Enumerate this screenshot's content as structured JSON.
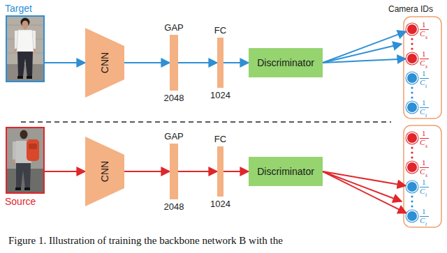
{
  "diagram": {
    "caption": "Figure 1. Illustration of training the backbone network B with the",
    "nodes": [
      {
        "text": [
          "Target"
        ]
      },
      {
        "text": [
          "CNN"
        ]
      },
      {
        "text": [
          "GAP",
          "2048"
        ]
      },
      {
        "text": [
          "FC",
          "1024"
        ]
      },
      {
        "text": [
          "Discriminator"
        ]
      },
      {
        "text": [
          "1",
          "C",
          "s"
        ]
      },
      {
        "text": [
          "1",
          "C",
          "s"
        ]
      },
      {
        "text": [
          "1",
          "C",
          "t"
        ]
      },
      {
        "text": [
          "1",
          "C",
          "t"
        ]
      },
      {
        "text": [
          "Source"
        ]
      },
      {
        "text": [
          "CNN"
        ]
      },
      {
        "text": [
          "GAP",
          "2048"
        ]
      },
      {
        "text": [
          "FC",
          "1024"
        ]
      },
      {
        "text": [
          "Discriminator"
        ]
      },
      {
        "text": [
          "1",
          "C",
          "s"
        ]
      },
      {
        "text": [
          "1",
          "C",
          "s"
        ]
      },
      {
        "text": [
          "1",
          "C",
          "t"
        ]
      },
      {
        "text": [
          "1",
          "C",
          "t"
        ]
      }
    ],
    "edges": [
      {
        "from": 0,
        "to": 1,
        "arrow": "to"
      },
      {
        "from": 1,
        "to": 2,
        "arrow": "to"
      },
      {
        "from": 2,
        "to": 3,
        "arrow": "to"
      },
      {
        "from": 3,
        "to": 4,
        "arrow": "to"
      },
      {
        "from": 4,
        "to": 5,
        "arrow": "to"
      },
      {
        "from": 4,
        "to": 6,
        "arrow": "to"
      },
      {
        "from": 9,
        "to": 10,
        "arrow": "to"
      },
      {
        "from": 10,
        "to": 11,
        "arrow": "to"
      },
      {
        "from": 11,
        "to": 12,
        "arrow": "to"
      },
      {
        "from": 12,
        "to": 13,
        "arrow": "to"
      },
      {
        "from": 13,
        "to": 16,
        "arrow": "to"
      },
      {
        "from": 13,
        "to": 17,
        "arrow": "to"
      }
    ],
    "labels": [
      "Camera IDs"
    ]
  }
}
